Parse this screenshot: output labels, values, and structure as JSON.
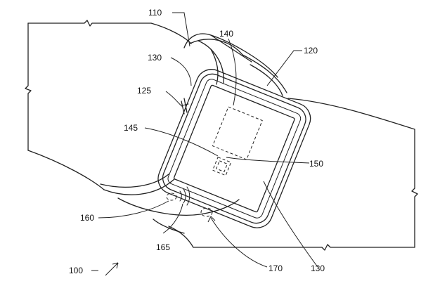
{
  "figure": {
    "labels": {
      "r100": "100",
      "r110": "110",
      "r120": "120",
      "r125": "125",
      "r130a": "130",
      "r130b": "130",
      "r140": "140",
      "r145": "145",
      "r150": "150",
      "r160": "160",
      "r165": "165",
      "r170": "170"
    }
  }
}
